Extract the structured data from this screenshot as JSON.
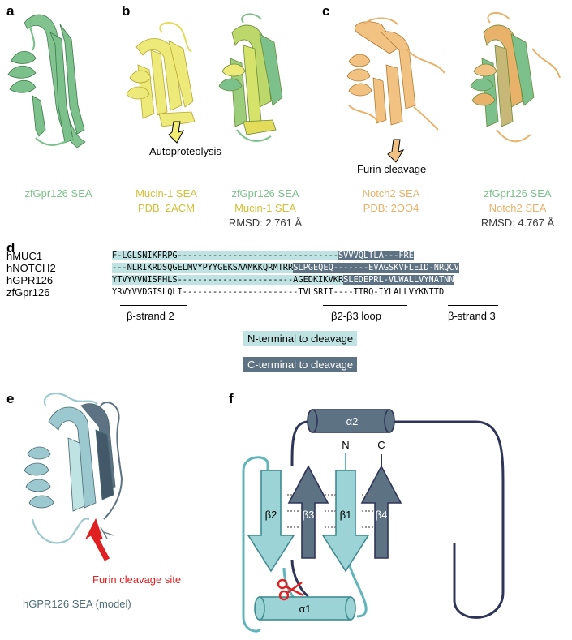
{
  "panels": {
    "a": "a",
    "b": "b",
    "c": "c",
    "d": "d",
    "e": "e",
    "f": "f"
  },
  "colors": {
    "green": "#7cc08b",
    "yellow": "#cfc13a",
    "orange": "#e8b26a",
    "gray": "#3a3a3a",
    "n_terminal": "#bfe2e3",
    "c_terminal": "#5d7282",
    "red": "#e02020"
  },
  "captions": {
    "a_label": "zfGpr126 SEA",
    "b_left_1": "Mucin-1 SEA",
    "b_left_2": "PDB: 2ACM",
    "b_right_1": "zfGpr126 SEA",
    "b_right_2": "Mucin-1 SEA",
    "b_right_3": "RMSD: 2.761 Å",
    "c_left_1": "Notch2 SEA",
    "c_left_2": "PDB: 2OO4",
    "c_right_1": "zfGpr126 SEA",
    "c_right_2": "Notch2 SEA",
    "c_right_3": "RMSD: 4.767 Å",
    "autoproteolysis": "Autoproteolysis",
    "furin_cleavage": "Furin cleavage",
    "furin_site": "Furin cleavage site",
    "e_model": "hGPR126 SEA (model)"
  },
  "alignment": {
    "rows": [
      {
        "name": "hMUC1",
        "segments": [
          {
            "t": "F-LGLSNIKFRPG--------------------------------",
            "k": "n"
          },
          {
            "t": "SVVVQLTLA---FRE",
            "k": "c"
          }
        ]
      },
      {
        "name": "hNOTCH2",
        "segments": [
          {
            "t": "---NLRIKRDSQGELMVYPYYGEKSAAMKKQRMTRR",
            "k": "n"
          },
          {
            "t": "SLPGEQEQ-------EVAGSKVFLEID-NRQCV",
            "k": "c"
          }
        ]
      },
      {
        "name": "hGPR126",
        "segments": [
          {
            "t": "YTVYVVNISFHLS-----------------------AGEDKIKVKR",
            "k": "n"
          },
          {
            "t": "SLEDEPRL-VLWALLVYNATNN",
            "k": "c"
          }
        ]
      },
      {
        "name": "zfGpr126",
        "segments": [
          {
            "t": "YRVYVVDGISLQLI-----------------------TVLSRIT----TTRQ-IYLALLVYKNTTD",
            "k": "p"
          }
        ]
      }
    ],
    "features": [
      "β-strand 2",
      "β2-β3 loop",
      "β-strand 3"
    ],
    "legend_n": "N-terminal to cleavage",
    "legend_c": "C-terminal to cleavage"
  },
  "topology": {
    "helix_top": "α2",
    "helix_bottom": "α1",
    "strands": [
      "β2",
      "β3",
      "β1",
      "β4"
    ],
    "n_term": "N",
    "c_term": "C"
  }
}
